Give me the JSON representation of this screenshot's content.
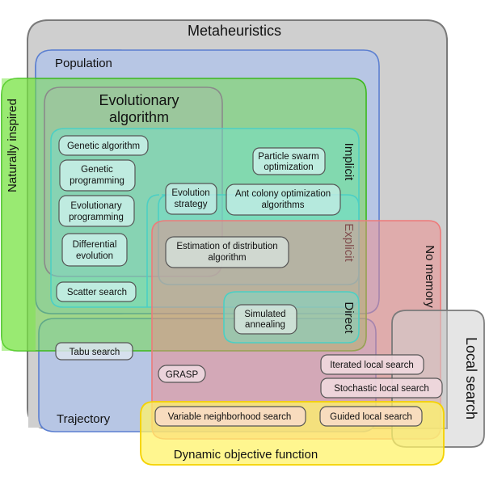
{
  "title": "Metaheuristics",
  "regions": {
    "metaheuristics": {
      "label": "Metaheuristics",
      "fill": "#cfcfcf",
      "stroke": "#7a7a7a"
    },
    "population": {
      "label": "Population",
      "fill": "#b7c6e4",
      "stroke": "#5b7fd0"
    },
    "naturally_inspired": {
      "label": "Naturally inspired",
      "fill": "#7ee64a",
      "stroke": "#3cb81c"
    },
    "evolutionary_algorithm": {
      "label_line1": "Evolutionary",
      "label_line2": "algorithm",
      "stroke": "#8a8a8a"
    },
    "implicit": {
      "label": "Implicit",
      "fill": "#6fe2d0",
      "stroke": "#4ccfc4"
    },
    "explicit": {
      "label": "Explicit",
      "fill": "#6fe2d0",
      "stroke": "#4ccfc4"
    },
    "direct": {
      "label": "Direct",
      "fill": "#6fe2d0",
      "stroke": "#4ccfc4"
    },
    "no_memory": {
      "label": "No memory",
      "fill": "#f08a8a",
      "stroke": "#ee7a7a"
    },
    "trajectory": {
      "label": "Trajectory",
      "stroke": "#5b7fd0"
    },
    "local_search": {
      "label": "Local search",
      "fill": "#cfcfcf",
      "stroke": "#7a7a7a"
    },
    "dynamic_objective": {
      "label": "Dynamic objective function",
      "fill": "#fff36a",
      "stroke": "#f5d200"
    }
  },
  "items": {
    "genetic_algorithm": [
      "Genetic algorithm"
    ],
    "genetic_programming": [
      "Genetic",
      "programming"
    ],
    "evolutionary_programming": [
      "Evolutionary",
      "programming"
    ],
    "differential_evolution": [
      "Differential",
      "evolution"
    ],
    "scatter_search": [
      "Scatter search"
    ],
    "evolution_strategy": [
      "Evolution",
      "strategy"
    ],
    "particle_swarm": [
      "Particle swarm",
      "optimization"
    ],
    "ant_colony": [
      "Ant colony optimization",
      "algorithms"
    ],
    "estimation_distribution": [
      "Estimation of distribution",
      "algorithm"
    ],
    "simulated_annealing": [
      "Simulated",
      "annealing"
    ],
    "tabu_search": [
      "Tabu search"
    ],
    "grasp": [
      "GRASP"
    ],
    "iterated_local_search": [
      "Iterated local search"
    ],
    "stochastic_local_search": [
      "Stochastic local search"
    ],
    "variable_neighborhood_search": [
      "Variable neighborhood search"
    ],
    "guided_local_search": [
      "Guided local search"
    ]
  }
}
